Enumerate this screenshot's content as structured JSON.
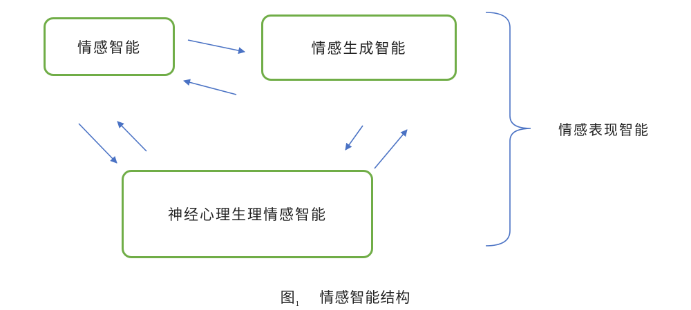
{
  "nodes": {
    "emotional_intelligence": "情感智能",
    "emotion_generation": "情感生成智能",
    "neuro_physio": "神经心理生理情感智能"
  },
  "group_label": "情感表现智能",
  "caption": {
    "figure_label": "图",
    "figure_number": "1",
    "title": "情感智能结构"
  },
  "colors": {
    "box_border": "#70ad47",
    "arrow": "#4a72c4",
    "brace": "#4a72c4"
  }
}
